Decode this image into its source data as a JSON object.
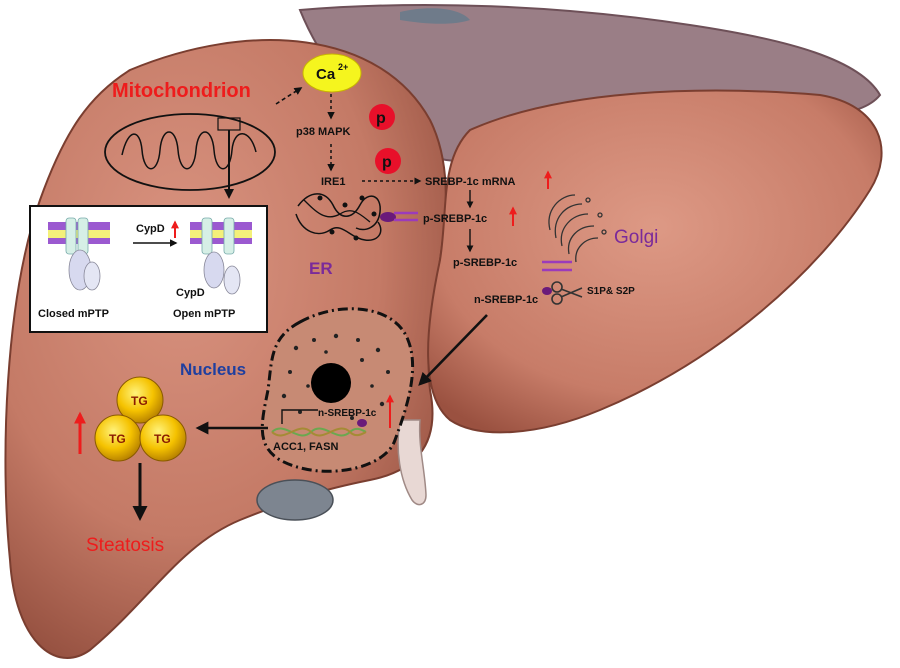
{
  "labels": {
    "mitochondrion": "Mitochondrion",
    "ca": "Ca",
    "ca_charge": "2+",
    "phospho": "p",
    "p38": "p38 MAPK",
    "ire1": "IRE1",
    "srebp_mrna": "SREBP-1c mRNA",
    "p_srebp_er": "p-SREBP-1c",
    "p_srebp_golgi": "p-SREBP-1c",
    "n_srebp": "n-SREBP-1c",
    "s1p_s2p": "S1P& S2P",
    "golgi": "Golgi",
    "er": "ER",
    "cypd_top": "CypD",
    "cypd_bottom": "CypD",
    "closed_mptp": "Closed mPTP",
    "open_mptp": "Open mPTP",
    "nucleus": "Nucleus",
    "n_srebp_nucleus": "n-SREBP-1c",
    "acc_fasn": "ACC1, FASN",
    "tg": "TG",
    "steatosis": "Steatosis"
  },
  "colors": {
    "liver": "#c47a66",
    "liver_dark": "#8f4b3b",
    "red_text": "#ee1c1c",
    "purple_text": "#7a2a9a",
    "blue_text": "#1f3f9f",
    "ca_yellow": "#f5f51e",
    "tg_yellow": "#f2b400",
    "phospho_red": "#e8102a"
  }
}
